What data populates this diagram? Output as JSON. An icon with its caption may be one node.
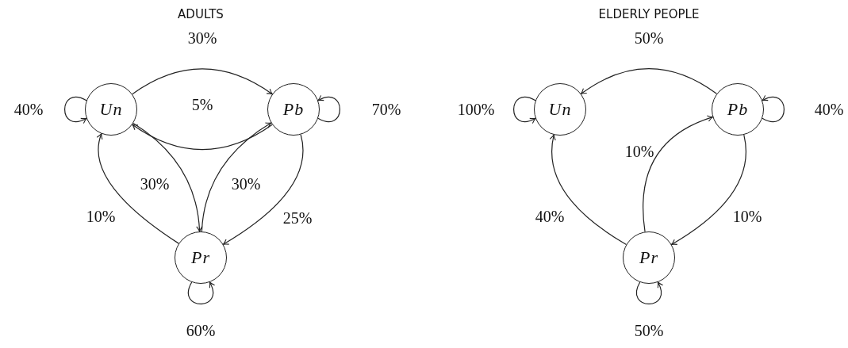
{
  "diagram": {
    "nodes": [
      {
        "text": [
          "Un"
        ]
      },
      {
        "text": [
          "Pb"
        ]
      },
      {
        "text": [
          "Pr"
        ]
      },
      {
        "text": [
          "Un"
        ]
      },
      {
        "text": [
          "Pb"
        ]
      },
      {
        "text": [
          "Pr"
        ]
      }
    ],
    "edges": [
      {
        "from": 0,
        "to": 0,
        "arrow": "to",
        "label": "40%"
      },
      {
        "from": 0,
        "to": 1,
        "arrow": "to",
        "label": "30%"
      },
      {
        "from": 1,
        "to": 0,
        "arrow": "to",
        "label": "5%"
      },
      {
        "from": 1,
        "to": 1,
        "arrow": "to",
        "label": "70%"
      },
      {
        "from": 0,
        "to": 2,
        "arrow": "to",
        "label": "30%"
      },
      {
        "from": 2,
        "to": 1,
        "arrow": "to",
        "label": "30%"
      },
      {
        "from": 2,
        "to": 0,
        "arrow": "to",
        "label": "10%"
      },
      {
        "from": 1,
        "to": 2,
        "arrow": "to",
        "label": "25%"
      },
      {
        "from": 2,
        "to": 2,
        "arrow": "to",
        "label": "60%"
      },
      {
        "from": 3,
        "to": 3,
        "arrow": "to",
        "label": "100%"
      },
      {
        "from": 4,
        "to": 3,
        "arrow": "to",
        "label": "50%"
      },
      {
        "from": 4,
        "to": 4,
        "arrow": "to",
        "label": "40%"
      },
      {
        "from": 5,
        "to": 4,
        "arrow": "to",
        "label": "10%"
      },
      {
        "from": 5,
        "to": 3,
        "arrow": "to",
        "label": "40%"
      },
      {
        "from": 4,
        "to": 5,
        "arrow": "to",
        "label": "10%"
      },
      {
        "from": 5,
        "to": 5,
        "arrow": "to",
        "label": "50%"
      }
    ],
    "labels": [
      "ADULTS",
      "ELDERLY PEOPLE"
    ]
  }
}
